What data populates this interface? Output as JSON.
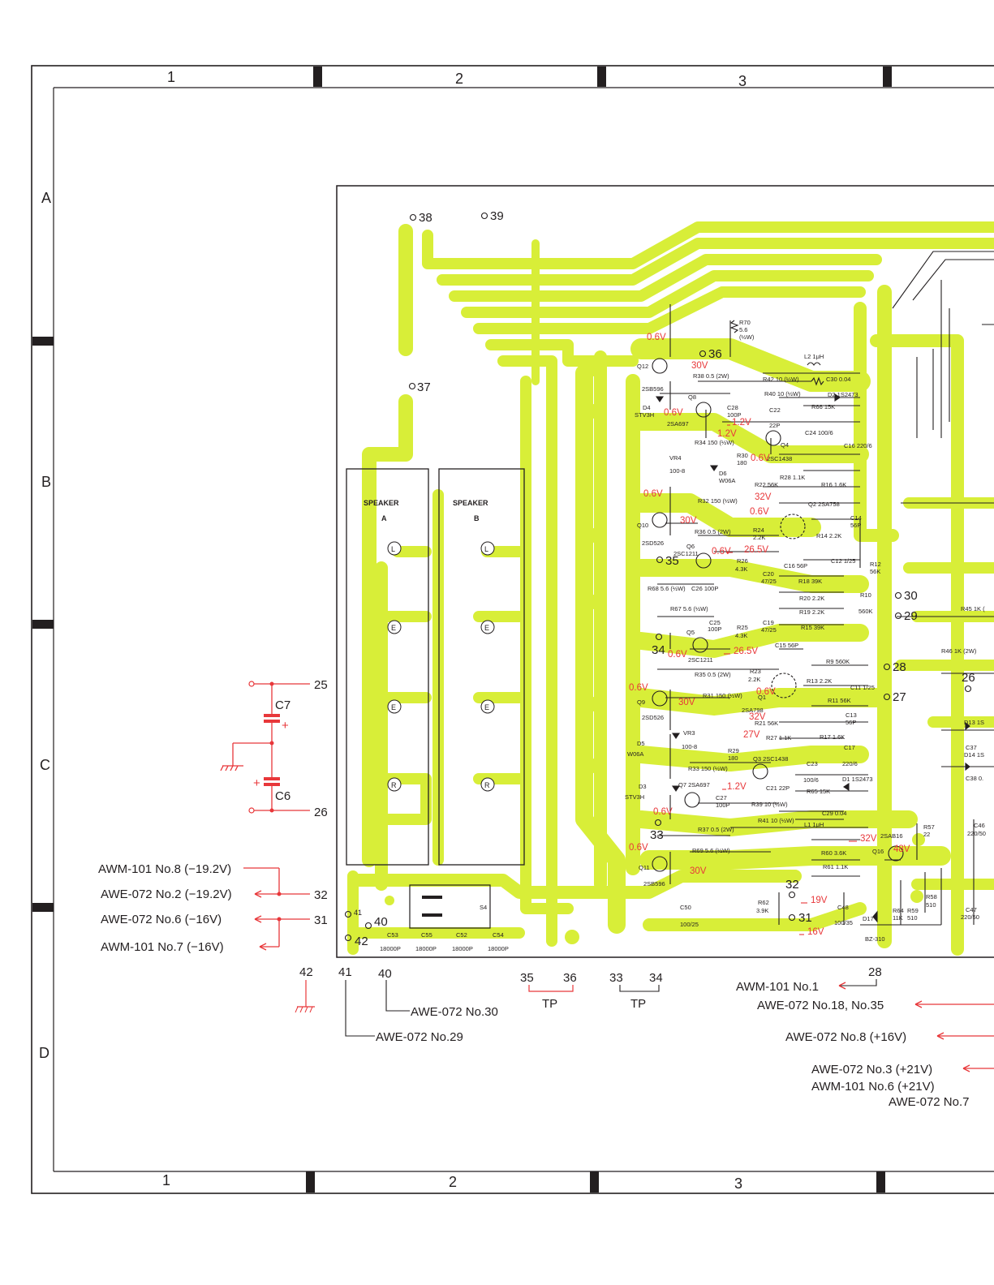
{
  "colors": {
    "trace": "#d8ee38",
    "ink": "#231f20",
    "annotation": "#e8373a",
    "paper": "#ffffff"
  },
  "frame": {
    "columns_top": [
      "1",
      "2",
      "3"
    ],
    "columns_bottom": [
      "1",
      "2",
      "3"
    ],
    "rows": [
      "A",
      "B",
      "C",
      "D"
    ]
  },
  "pads": {
    "p38": "38",
    "p39": "39",
    "p37": "37",
    "p36": "36",
    "p35": "35",
    "p34": "34",
    "p33": "33",
    "p32": "32",
    "p31": "31",
    "p30": "30",
    "p29": "29",
    "p28": "28",
    "p27": "27",
    "p26": "26",
    "p40": "40",
    "p41": "41",
    "p42": "42"
  },
  "speakers": [
    {
      "title": "SPEAKER",
      "sub": "A",
      "terms": [
        "L",
        "E",
        "E",
        "R"
      ]
    },
    {
      "title": "SPEAKER",
      "sub": "B",
      "terms": [
        "L",
        "E",
        "E",
        "R"
      ]
    }
  ],
  "switch": {
    "label": "S4"
  },
  "parts": {
    "q12": "Q12",
    "q12t": "2SB596",
    "r70": "R70",
    "r70v": "5.6",
    "r70w": "(½W)",
    "r38": "R38 0.5 (2W)",
    "r42": "R42 10 (½W)",
    "c30": "C30 0.04",
    "r40": "R40 10 (½W)",
    "d2": "D2 1S2473",
    "l2": "L2  1μH",
    "d4": "D4",
    "d4t": "STV3H",
    "q8": "Q8",
    "q8t": "2SA697",
    "c28": "C28",
    "c28v": "100P",
    "c22": "C22",
    "c22v": "22P",
    "r66": "R66 15K",
    "r34": "R34 150 (½W)",
    "c24": "C24 100/6",
    "q4": "Q4",
    "vr4": "VR4",
    "vr4v": "100-8",
    "r30": "R30",
    "r30v": "180",
    "q4t": "2SC1438",
    "r28": "R28 1.1K",
    "c16": "C16 220/6",
    "d6": "D6",
    "d6t": "W06A",
    "r22": "R22 56K",
    "r16": "R16 1.6K",
    "r32": "R32 150 (½W)",
    "q2": "Q2 2SA758",
    "q10": "Q10",
    "q10t": "2SD526",
    "r36": "R36 0.5 (2W)",
    "r24": "R24",
    "r24v": "2.2K",
    "c14": "C14",
    "c14v": "56P",
    "r14": "R14 2.2K",
    "q6": "Q6",
    "q6t": "2SC1211",
    "r26": "R26",
    "r26v": "4.3K",
    "c16b": "C16 56P",
    "c12": "C12 1/25",
    "r12": "R12",
    "r12v": "56K",
    "c20": "C20",
    "c20v": "47/25",
    "r18": "R18 39K",
    "r10": "R10",
    "r10v": "560K",
    "r68": "R68 5.6 (½W)",
    "c26": "C26 100P",
    "r20": "R20 2.2K",
    "r19": "R19 2.2K",
    "r67": "R67 5.6 (½W)",
    "r15": "R15 39K",
    "c25": "C25",
    "c25v": "100P",
    "r25": "R25",
    "r25v": "4.3K",
    "c19": "C19",
    "c19v": "47/25",
    "q5": "Q5",
    "q5t": "2SC1211",
    "c15": "C15 56P",
    "r35": "R35 0.5 (2W)",
    "r9": "R9 560K",
    "r23": "R23",
    "r23v": "2.2K",
    "r13": "R13 2.2K",
    "c11": "C11 1/25",
    "r31": "R31 150 (½W)",
    "q1": "Q1",
    "q1t": "2SA798",
    "r11": "R11 56K",
    "q9": "Q9",
    "q9t": "2SD526",
    "r21": "R21 56K",
    "c13": "C13",
    "c13v": "56P",
    "r27": "R27 1.1K",
    "r17": "R17 1.6K",
    "d5": "D5",
    "d5t": "W06A",
    "vr3": "VR3",
    "vr3v": "100-8",
    "r29": "R29",
    "r29v": "180",
    "q3": "Q3 2SC1438",
    "c17": "C17",
    "c17v": "220/6",
    "c23": "C23",
    "c23v": "100/6",
    "r33": "R33 150 (½W)",
    "d1": "D1 1S2473",
    "q7": "Q7 2SA697",
    "c21": "C21 22P",
    "r65": "R65 15K",
    "d3": "D3",
    "d3t": "STV3H",
    "c27": "C27",
    "c27v": "100P",
    "r39": "R39 10 (½W)",
    "c29": "C29 0.04",
    "r41": "R41 10 (½W)",
    "l1": "L1  1μH",
    "r37": "R37 0.5 (2W)",
    "q11": "Q11",
    "q11t": "2SB596",
    "r69": "R69 5.6 (½W)",
    "r60": "R60 3.6K",
    "r61": "R61 1.1K",
    "q16t": "2SAB16",
    "q16": "Q16",
    "r57": "R57",
    "r57v": "22",
    "c46": "C46",
    "c46v": "220/50",
    "c50": "C50",
    "c50v": "100/25",
    "r62": "R62",
    "r62v": "3.9K",
    "c48": "C48",
    "c48v": "100/35",
    "d17": "D17",
    "r64": "R64",
    "r64v": "11K",
    "r59": "R59",
    "r59v": "510",
    "r58": "R58",
    "r58v": "510",
    "c47": "C47",
    "c47v": "220/50",
    "bz": "BZ-310",
    "d13": "D13 1S",
    "c37": "C37",
    "d14": "D14 1S",
    "c38": "C38 0.",
    "r45": "R45 1K (",
    "r46": "R46 1K (2W)",
    "c53": "C53",
    "c53v": "18000P",
    "c55": "C55",
    "c55v": "18000P",
    "c52": "C52",
    "c52v": "18000P",
    "c54": "C54",
    "c54v": "18000P"
  },
  "voltages": {
    "v1": "0.6V",
    "v2": "30V",
    "v3": "0.6V",
    "v4": "1.2V",
    "v5": "1.2V",
    "v6": "0.6V",
    "v7": "32V",
    "v8": "0.6V",
    "v9": "30V",
    "v10": "0.6V",
    "v11": "26.5V",
    "v12": "0.6V",
    "v13": "26.5V",
    "v14": "0.6V",
    "v15": "0.6V",
    "v16": "30V",
    "v17": "32V",
    "v18": "27V",
    "v19": "1.2V",
    "v20": "0.6V",
    "v21": "0.6V",
    "v22": "30V",
    "v23": "32V",
    "v24": "48V",
    "v25": "19V",
    "v26": "16V"
  },
  "left_circuit": {
    "n25": "25",
    "n26": "26",
    "c7": "C7",
    "c6": "C6",
    "plus1": "+",
    "plus2": "+",
    "n32": "32",
    "n31": "31",
    "awm8": "AWM-101 No.8 (−19.2V)",
    "awe2": "AWE-072 No.2 (−19.2V)",
    "awe6": "AWE-072 No.6 (−16V)",
    "awm7": "AWM-101 No.7 (−16V)"
  },
  "bottom": {
    "n42": "42",
    "n41": "41",
    "n40": "40",
    "n35": "35",
    "n36": "36",
    "n33": "33",
    "n34": "34",
    "n28": "28",
    "tp1": "TP",
    "tp2": "TP",
    "awe30": "AWE-072 No.30",
    "awe29": "AWE-072 No.29",
    "awm1": "AWM-101 No.1",
    "awe18": "AWE-072 No.18, No.35",
    "awe8": "AWE-072 No.8 (+16V)",
    "awe3": "AWE-072 No.3 (+21V)",
    "awm6": "AWM-101 No.6 (+21V)",
    "awe7": "AWE-072 No.7"
  }
}
